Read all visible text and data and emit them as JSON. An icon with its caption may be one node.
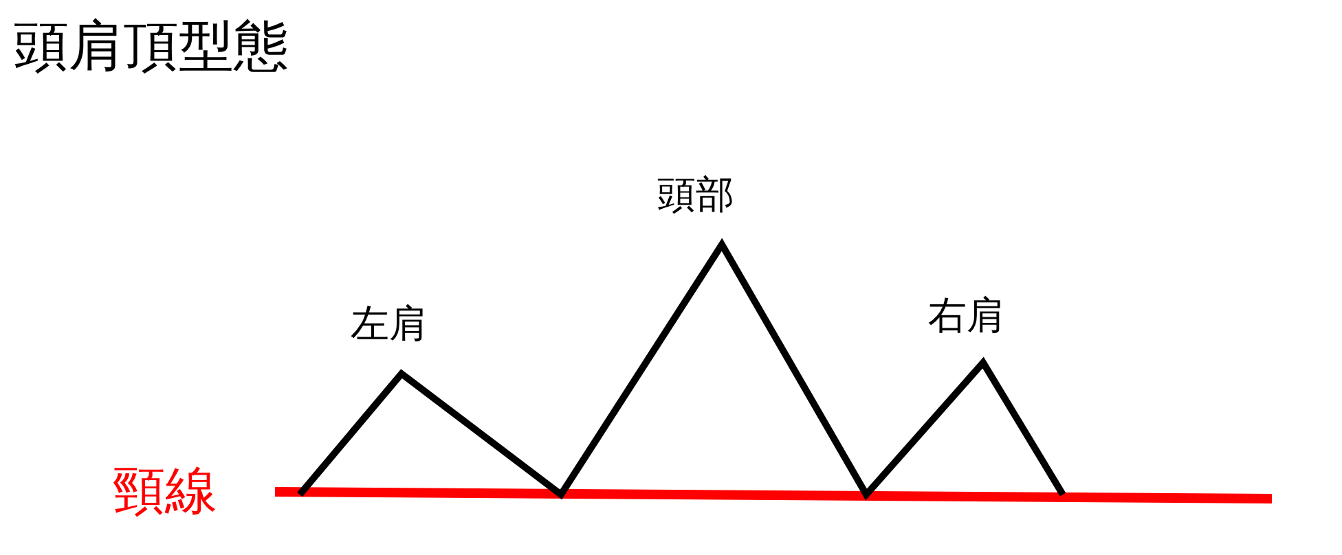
{
  "diagram": {
    "title": "頭肩頂型態",
    "labels": [
      "頭部",
      "左肩",
      "右肩",
      "頸線"
    ]
  }
}
